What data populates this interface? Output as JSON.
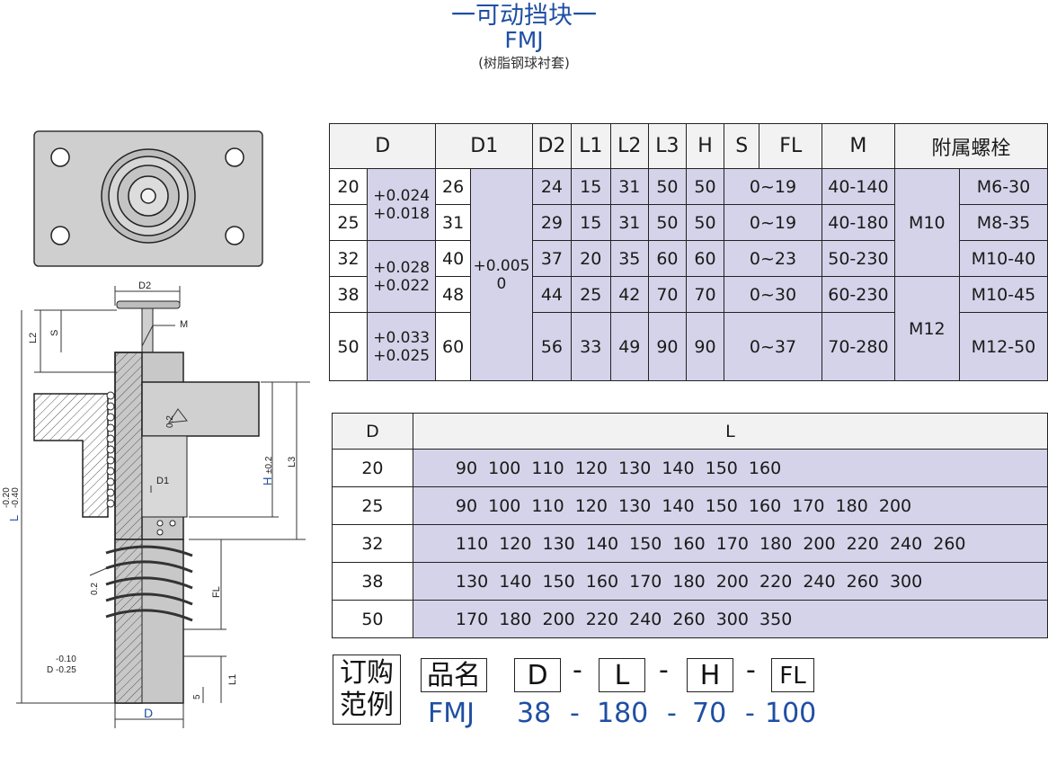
{
  "header": {
    "title": "一可动挡块一",
    "model": "FMJ",
    "subtitle": "(树脂钢球衬套)"
  },
  "drawing": {
    "labels": {
      "d2": "D2",
      "m": "M",
      "l2": "L2",
      "s": "S",
      "l": "L",
      "l_tol_upper": "-0.20",
      "l_tol_lower": "-0.40",
      "roughness_1": "0.2",
      "d1": "D1",
      "h": "H",
      "h_tol": "±0.2",
      "l3": "L3",
      "roughness_2": "0.2",
      "fl": "FL",
      "d_tol_upper": "-0.10",
      "d_tol_lower": "D -0.25",
      "l1": "L1",
      "five": "5",
      "d": "D"
    }
  },
  "spec_table": {
    "headers": [
      "D",
      "D1",
      "D2",
      "L1",
      "L2",
      "L3",
      "H",
      "S",
      "FL",
      "M",
      "附属螺栓"
    ],
    "d1_tol": "+0.005\n0",
    "rows": [
      {
        "d": "20",
        "d1": "26",
        "d2": "24",
        "l1": "15",
        "l2": "31",
        "l3": "50",
        "h": "50",
        "s": "0~19",
        "fl": "40-140",
        "bolt": "M6-30"
      },
      {
        "d": "25",
        "d1": "31",
        "d2": "29",
        "l1": "15",
        "l2": "31",
        "l3": "50",
        "h": "50",
        "s": "0~19",
        "fl": "40-180",
        "bolt": "M8-35"
      },
      {
        "d": "32",
        "d1": "40",
        "d2": "37",
        "l1": "20",
        "l2": "35",
        "l3": "60",
        "h": "60",
        "s": "0~23",
        "fl": "50-230",
        "bolt": "M10-40"
      },
      {
        "d": "38",
        "d1": "48",
        "d2": "44",
        "l1": "25",
        "l2": "42",
        "l3": "70",
        "h": "70",
        "s": "0~30",
        "fl": "60-230",
        "bolt": "M10-45"
      },
      {
        "d": "50",
        "d1": "60",
        "d2": "56",
        "l1": "33",
        "l2": "49",
        "l3": "90",
        "h": "90",
        "s": "0~37",
        "fl": "70-280",
        "bolt": "M12-50"
      }
    ],
    "tol_20_25": [
      "+0.024",
      "+0.018"
    ],
    "tol_32_38": [
      "+0.028",
      "+0.022"
    ],
    "tol_50": [
      "+0.033",
      "+0.025"
    ],
    "m_a": "M10",
    "m_b": "M12"
  },
  "length_table": {
    "headers": [
      "D",
      "L"
    ],
    "rows": [
      {
        "d": "20",
        "l": "90 100 110 120 130 140 150 160"
      },
      {
        "d": "25",
        "l": "90 100 110 120 130 140 150 160 170 180 200"
      },
      {
        "d": "32",
        "l": "110 120 130 140 150 160 170 180 200 220 240 260"
      },
      {
        "d": "38",
        "l": "130 140 150 160 170 180 200 220 240 260 300"
      },
      {
        "d": "50",
        "l": "170 180 200 220 240 260 300 350"
      }
    ]
  },
  "order_example": {
    "label_line1": "订购",
    "label_line2": "范例",
    "name_label": "品名",
    "code_boxes": [
      "D",
      "L",
      "H",
      "FL"
    ],
    "dash": "-",
    "model": "FMJ",
    "values": [
      "38",
      "-",
      "180",
      "-",
      "70",
      "-",
      "100"
    ]
  },
  "colors": {
    "title_blue": "#1f4fa3",
    "cell_purple": "#d5d3e9"
  }
}
